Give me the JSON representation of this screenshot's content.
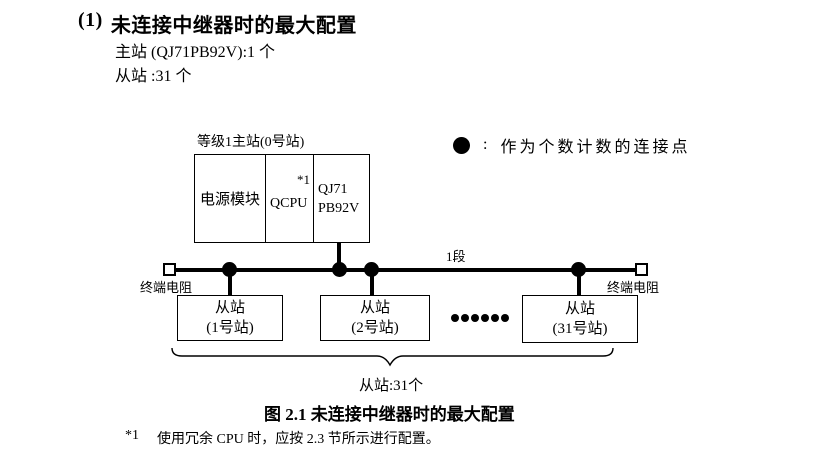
{
  "colors": {
    "ink": "#000000",
    "background": "#ffffff"
  },
  "heading": {
    "number": "(1)",
    "title": "未连接中继器时的最大配置"
  },
  "intro": {
    "master_line": "主站 (QJ71PB92V):1 个",
    "slave_line": "从站 :31 个"
  },
  "diagram": {
    "master_station_label": "等级1主站(0号站)",
    "master_modules": {
      "power_supply": "电源模块",
      "cpu": "QCPU",
      "cpu_footnote_ref": "*1",
      "network_module_line1": "QJ71",
      "network_module_line2": "PB92V"
    },
    "legend": {
      "separator": ":",
      "text": "作为个数计数的连接点"
    },
    "segment_label": "1段",
    "left_terminator_label": "终端电阻",
    "right_terminator_label": "终端电阻",
    "slaves": [
      {
        "title": "从站",
        "station": "(1号站)"
      },
      {
        "title": "从站",
        "station": "(2号站)"
      },
      {
        "title": "从站",
        "station": "(31号站)"
      }
    ],
    "slave_count_label": "从站:31个"
  },
  "caption": "图 2.1 未连接中继器时的最大配置",
  "footnote": {
    "marker": "*1",
    "text": "使用冗余 CPU 时，应按 2.3 节所示进行配置。"
  }
}
